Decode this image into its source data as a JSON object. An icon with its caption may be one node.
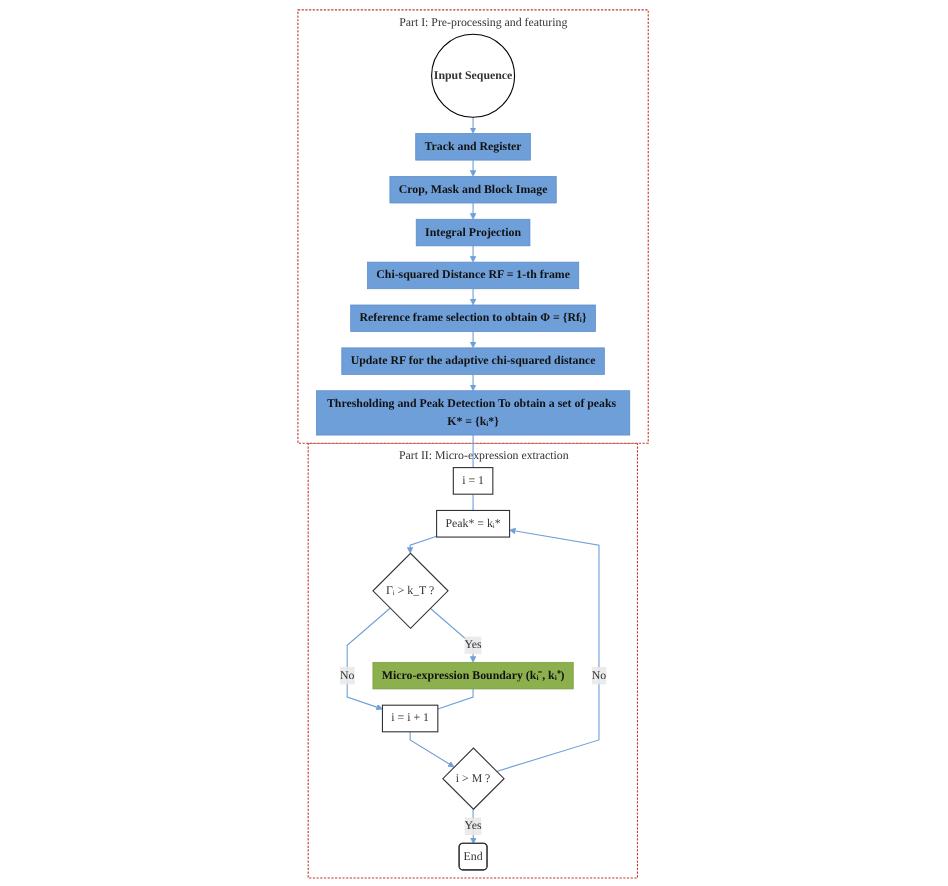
{
  "diagram": {
    "nodes": [
      {
        "text": [
          "Part I: Pre-processing and featuring"
        ]
      },
      {
        "text": [
          "Input Sequence"
        ],
        "in": 0
      },
      {
        "text": [
          "Track and Register"
        ],
        "in": 0
      },
      {
        "text": [
          "Crop, Mask and Block Image"
        ],
        "in": 0
      },
      {
        "text": [
          "Integral Projection"
        ],
        "in": 0
      },
      {
        "text": [
          "Chi-squared Distance RF = 1-th frame"
        ],
        "in": 0
      },
      {
        "text": [
          "Reference frame selection to obtain Φ = {Rfᵢ}"
        ],
        "in": 0
      },
      {
        "text": [
          "Update RF for the adaptive chi-squared distance"
        ],
        "in": 0
      },
      {
        "text": [
          "Thresholding and Peak Detection To obtain a set of peaks K* = {kᵢ*}"
        ],
        "in": 0
      },
      {
        "text": [
          "Part II: Micro-expression extraction"
        ]
      },
      {
        "text": [
          "i = 1"
        ],
        "in": 9
      },
      {
        "text": [
          "Peak* = kᵢ*"
        ],
        "in": 9
      },
      {
        "text": [
          "Γᵢ > k_T ?"
        ],
        "in": 9
      },
      {
        "text": [
          "Micro-expression Boundary (kᵢ⁻, kᵢ⁺)"
        ],
        "in": 9
      },
      {
        "text": [
          "i = i + 1"
        ],
        "in": 9
      },
      {
        "text": [
          "i > M ?"
        ],
        "in": 9
      },
      {
        "text": [
          "End"
        ],
        "in": 9
      }
    ],
    "edges": [
      {
        "from": 1,
        "to": 2,
        "arrow": "to"
      },
      {
        "from": 2,
        "to": 3,
        "arrow": "to"
      },
      {
        "from": 3,
        "to": 4,
        "arrow": "to"
      },
      {
        "from": 4,
        "to": 5,
        "arrow": "to"
      },
      {
        "from": 5,
        "to": 6,
        "arrow": "to"
      },
      {
        "from": 6,
        "to": 7,
        "arrow": "to"
      },
      {
        "from": 7,
        "to": 8,
        "arrow": "to"
      },
      {
        "from": 8,
        "to": 10,
        "arrow": "none"
      },
      {
        "from": 10,
        "to": 11,
        "arrow": "none"
      },
      {
        "from": 11,
        "to": 12,
        "arrow": "to"
      },
      {
        "from": 12,
        "to": 13,
        "label": "Yes",
        "arrow": "to"
      },
      {
        "from": 12,
        "to": 14,
        "label": "No",
        "arrow": "to"
      },
      {
        "from": 13,
        "to": 14,
        "arrow": "none"
      },
      {
        "from": 14,
        "to": 15,
        "arrow": "to"
      },
      {
        "from": 15,
        "to": 16,
        "label": "Yes",
        "arrow": "to"
      },
      {
        "from": 15,
        "to": 11,
        "label": "No",
        "arrow": "to"
      }
    ]
  }
}
